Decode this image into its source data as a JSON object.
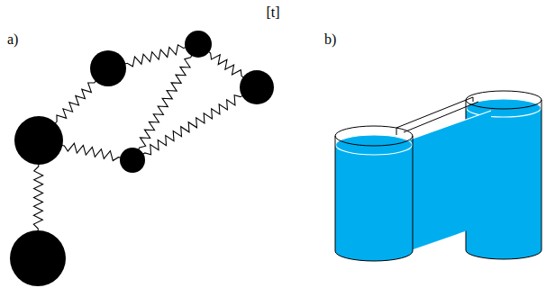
{
  "diagram": {
    "labels": [
      "[t]",
      "a)",
      "b)"
    ]
  }
}
